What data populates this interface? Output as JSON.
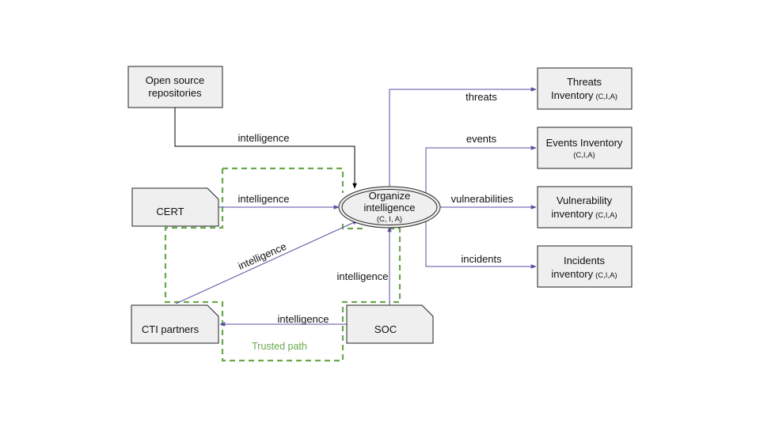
{
  "diagram": {
    "nodes": {
      "open_source": {
        "line1": "Open source",
        "line2": "repositories"
      },
      "cert": {
        "label": "CERT"
      },
      "cti": {
        "label": "CTI partners"
      },
      "soc": {
        "label": "SOC"
      },
      "organize": {
        "line1": "Organize",
        "line2": "intelligence",
        "line3": "(C, I, A)"
      },
      "threats": {
        "line1": "Threats",
        "line2": "Inventory",
        "suffix": "(C,I,A)"
      },
      "events": {
        "line1": "Events Inventory",
        "suffix": "(C,I,A)"
      },
      "vulnerability": {
        "line1": "Vulnerability",
        "line2": "inventory",
        "suffix": "(C,I,A)"
      },
      "incidents": {
        "line1": "Incidents",
        "line2": "inventory",
        "suffix": "(C,I,A)"
      }
    },
    "edges": {
      "open_source_to_organize": "intelligence",
      "cert_to_organize": "intelligence",
      "cti_to_organize": "intelligence",
      "soc_to_organize": "intelligence",
      "soc_to_cti": "intelligence",
      "to_threats": "threats",
      "to_events": "events",
      "to_vulnerabilities": "vulnerabilities",
      "to_incidents": "incidents"
    },
    "trusted_path_label": "Trusted path",
    "colors": {
      "box_fill": "#efefef",
      "box_stroke": "#222222",
      "flow_arrow": "#5b4ea2",
      "black_arrow": "#000000",
      "trusted_path": "#6aa84f"
    }
  }
}
